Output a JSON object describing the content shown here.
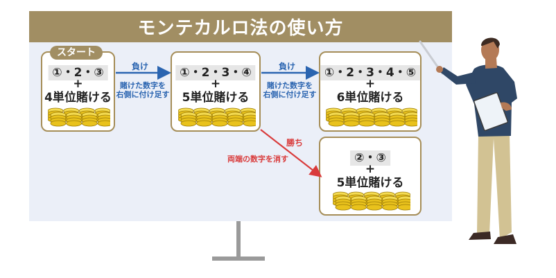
{
  "title": "モンテカルロ法の使い方",
  "start_label": "スタート",
  "boxes": {
    "box1": {
      "sequence": "①・2・③",
      "plus": "+",
      "bet": "4単位賭ける"
    },
    "box2": {
      "sequence": "①・2・3・④",
      "plus": "+",
      "bet": "5単位賭ける"
    },
    "box3": {
      "sequence": "①・2・3・4・⑤",
      "plus": "+",
      "bet": "6単位賭ける"
    },
    "box4": {
      "sequence": "②・③",
      "plus": "+",
      "bet": "5単位賭ける"
    }
  },
  "arrows": {
    "lose1": {
      "label": "負け",
      "note_line1": "賭けた数字を",
      "note_line2": "右側に付け足す"
    },
    "lose2": {
      "label": "負け",
      "note_line1": "賭けた数字を",
      "note_line2": "右側に付け足す"
    },
    "win": {
      "label": "勝ち",
      "note": "両端の数字を消す"
    }
  },
  "colors": {
    "title_bar": "#a18e63",
    "box_border": "#a58d57",
    "lose_arrow": "#2a64b0",
    "win_arrow": "#d93b3b",
    "coin": "#e9c21c"
  },
  "icons": {
    "coin_stack": "coin-stack-icon",
    "presenter": "presenter-figure"
  }
}
